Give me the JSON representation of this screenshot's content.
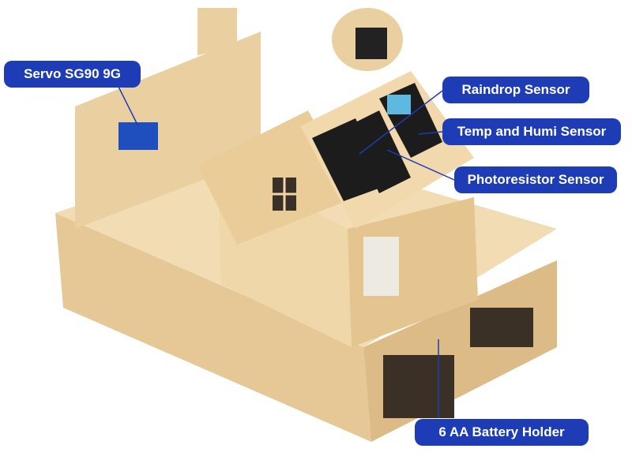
{
  "labels": {
    "servo": "Servo SG90 9G",
    "raindrop": "Raindrop Sensor",
    "temp_humi": "Temp and Humi Sensor",
    "photoresistor": "Photoresistor Sensor",
    "battery": "6 AA Battery Holder"
  },
  "colors": {
    "label_bg": "#1d3cb5",
    "wood": "#ecd3a6",
    "wood_dark": "#d9b883"
  }
}
